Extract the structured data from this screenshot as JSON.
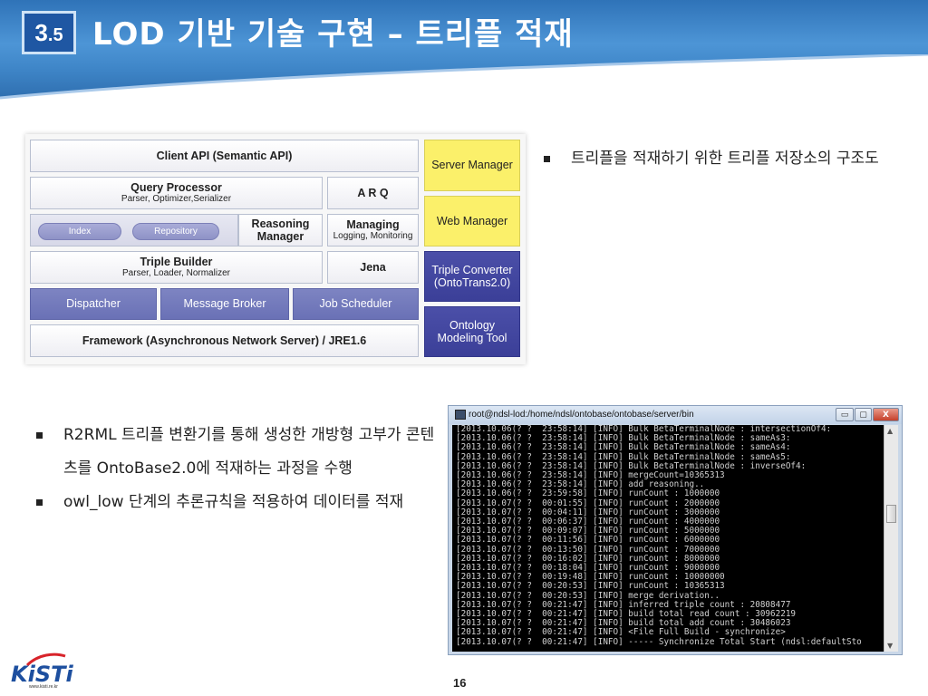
{
  "header": {
    "badge_num": "3",
    "badge_dot": ".5",
    "title": "LOD 기반 기술 구현 – 트리플 적재"
  },
  "arch": {
    "client_api": "Client API (Semantic API)",
    "query_processor": "Query Processor",
    "query_processor_sub": "Parser, Optimizer,Serializer",
    "arq": "A R Q",
    "index": "Index",
    "repository": "Repository",
    "reasoning_manager": "Reasoning Manager",
    "managing": "Managing",
    "managing_sub": "Logging, Monitoring",
    "triple_builder": "Triple Builder",
    "triple_builder_sub": "Parser, Loader, Normalizer",
    "jena": "Jena",
    "dispatcher": "Dispatcher",
    "message_broker": "Message Broker",
    "job_scheduler": "Job Scheduler",
    "framework": "Framework (Asynchronous Network Server) / JRE1.6",
    "server_manager": "Server Manager",
    "web_manager": "Web Manager",
    "triple_converter": "Triple Converter (OntoTrans2.0)",
    "ontology_tool": "Ontology Modeling Tool"
  },
  "bullets_right": [
    "트리플을 적재하기 위한 트리플 저장소의 구조도"
  ],
  "bullets_left": [
    "R2RML 트리플 변환기를 통해 생성한 개방형 고부가 콘텐츠를 OntoBase2.0에 적재하는 과정을 수행",
    "owl_low 단계의 추론규칙을 적용하여 데이터를 적재"
  ],
  "terminal": {
    "title": "root@ndsl-lod:/home/ndsl/ontobase/ontobase/server/bin",
    "buttons": [
      "▭",
      "▢",
      "X"
    ],
    "lines": [
      "[2013.10.06(? ?  23:58:14] [INFO] Bulk BetaTerminalNode : intersectionOf4:",
      "[2013.10.06(? ?  23:58:14] [INFO] Bulk BetaTerminalNode : sameAs3:",
      "[2013.10.06(? ?  23:58:14] [INFO] Bulk BetaTerminalNode : sameAs4:",
      "[2013.10.06(? ?  23:58:14] [INFO] Bulk BetaTerminalNode : sameAs5:",
      "[2013.10.06(? ?  23:58:14] [INFO] Bulk BetaTerminalNode : inverseOf4:",
      "[2013.10.06(? ?  23:58:14] [INFO] mergeCount=10365313",
      "[2013.10.06(? ?  23:58:14] [INFO] add reasoning..",
      "[2013.10.06(? ?  23:59:58] [INFO] runCount : 1000000",
      "[2013.10.07(? ?  00:01:55] [INFO] runCount : 2000000",
      "[2013.10.07(? ?  00:04:11] [INFO] runCount : 3000000",
      "[2013.10.07(? ?  00:06:37] [INFO] runCount : 4000000",
      "[2013.10.07(? ?  00:09:07] [INFO] runCount : 5000000",
      "[2013.10.07(? ?  00:11:56] [INFO] runCount : 6000000",
      "[2013.10.07(? ?  00:13:50] [INFO] runCount : 7000000",
      "[2013.10.07(? ?  00:16:02] [INFO] runCount : 8000000",
      "[2013.10.07(? ?  00:18:04] [INFO] runCount : 9000000",
      "[2013.10.07(? ?  00:19:48] [INFO] runCount : 10000000",
      "[2013.10.07(? ?  00:20:53] [INFO] runCount : 10365313",
      "[2013.10.07(? ?  00:20:53] [INFO] merge derivation..",
      "[2013.10.07(? ?  00:21:47] [INFO] inferred triple count : 20808477",
      "[2013.10.07(? ?  00:21:47] [INFO] build total read count : 30962219",
      "[2013.10.07(? ?  00:21:47] [INFO] build total add count : 30486023",
      "[2013.10.07(? ?  00:21:47] [INFO] <File Full Build - synchronize>",
      "[2013.10.07(? ?  00:21:47] [INFO] ----- Synchronize Total Start (ndsl:defaultSto"
    ]
  },
  "logo": {
    "text": "KiSTi",
    "url": "www.kisti.re.kr"
  },
  "page_number": "16"
}
